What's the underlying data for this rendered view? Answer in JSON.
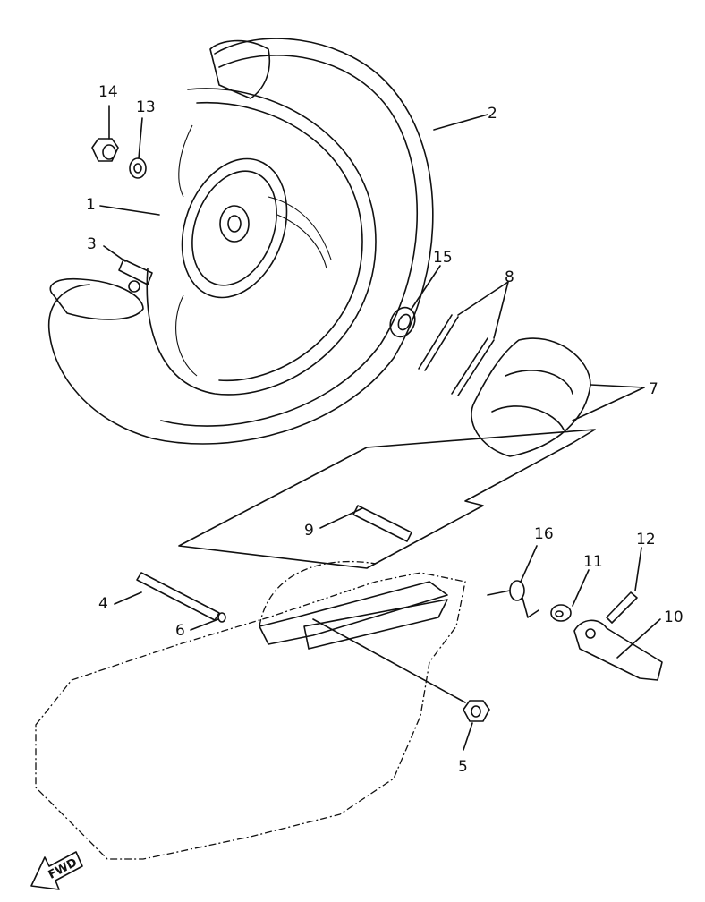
{
  "diagram": {
    "title": "Rear Wheel / Brake Exploded Parts Diagram",
    "direction_label": "FWD",
    "callouts": [
      {
        "number": "1",
        "part": "wheel"
      },
      {
        "number": "2",
        "part": "tire"
      },
      {
        "number": "3",
        "part": "valve"
      },
      {
        "number": "4",
        "part": "camshaft"
      },
      {
        "number": "5",
        "part": "nut"
      },
      {
        "number": "6",
        "part": "o-ring"
      },
      {
        "number": "7",
        "part": "brake-shoe-kit"
      },
      {
        "number": "8",
        "part": "spring"
      },
      {
        "number": "9",
        "part": "wear-indicator-shaft"
      },
      {
        "number": "10",
        "part": "brake-lever"
      },
      {
        "number": "11",
        "part": "washer"
      },
      {
        "number": "12",
        "part": "bolt"
      },
      {
        "number": "13",
        "part": "washer"
      },
      {
        "number": "14",
        "part": "axle-nut"
      },
      {
        "number": "15",
        "part": "oil-seal"
      },
      {
        "number": "16",
        "part": "return-spring"
      }
    ]
  }
}
